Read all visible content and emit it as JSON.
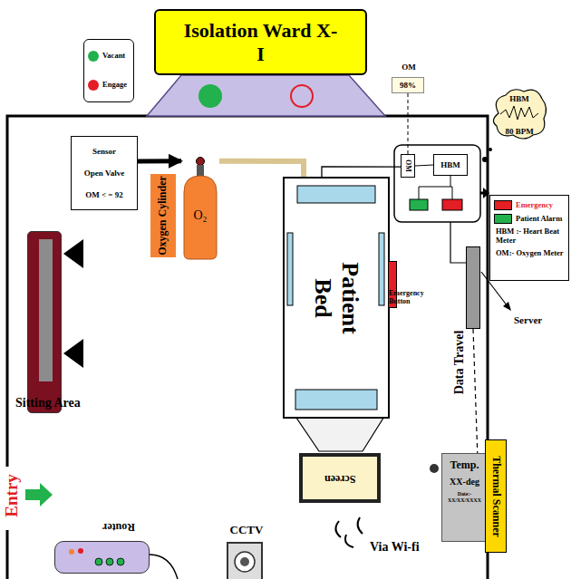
{
  "diagram": {
    "nodes": [
      {
        "text": [
          "Isolation Ward X-I"
        ]
      },
      {
        "text": [
          "Sensor",
          "Open Valve",
          "OM < = 92"
        ]
      },
      {
        "text": [
          "O₂"
        ]
      },
      {
        "text": [
          "Oxygen Cylinder"
        ]
      },
      {
        "text": [
          "Patient Bed"
        ]
      },
      {
        "text": [
          "Emergency Button"
        ]
      },
      {
        "text": [
          "OM",
          "98%"
        ]
      },
      {
        "text": [
          "OM"
        ]
      },
      {
        "text": [
          "HBM"
        ]
      },
      {
        "text": [
          "HBM",
          "80 BPM"
        ]
      },
      {
        "text": [
          "Server"
        ]
      },
      {
        "text": [
          "Sitting Area"
        ]
      },
      {
        "text": [
          "Screen"
        ]
      },
      {
        "text": [
          "Temp.",
          "XX-deg",
          "Date:- XX/XX/XXXX"
        ]
      },
      {
        "text": [
          "Thermal Scanner"
        ]
      },
      {
        "text": [
          "Router"
        ]
      },
      {
        "text": [
          "CCTV"
        ]
      }
    ],
    "edges": [
      {
        "from": 1,
        "to": 2,
        "arrow": "to"
      },
      {
        "from": 2,
        "to": 4,
        "arrow": "none"
      },
      {
        "from": 4,
        "to": 7,
        "arrow": "none"
      },
      {
        "from": 6,
        "to": 7,
        "arrow": "none"
      },
      {
        "from": 7,
        "to": 8,
        "arrow": "none"
      },
      {
        "from": 10,
        "to": 13,
        "label": "Data Travel",
        "arrow": "none"
      }
    ],
    "labels": [
      "Entry",
      "Via Wi-fi",
      "HBM :- Heart Beat Meter",
      "OM:- Oxygen Meter"
    ],
    "legend": [
      {
        "text": "Vacant",
        "color": "#22b14c"
      },
      {
        "text": "Engage",
        "color": "#e31e24"
      },
      {
        "text": "Emergency",
        "color": "#e31e24"
      },
      {
        "text": "Patient Alarm",
        "color": "#22b14c"
      }
    ]
  }
}
